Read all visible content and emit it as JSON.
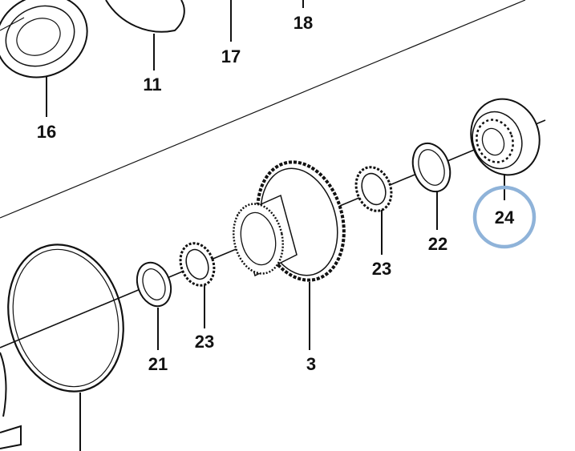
{
  "diagram": {
    "highlight_color": "#8fb3d9",
    "line_color": "#111111",
    "highlighted_part": "24",
    "labels": {
      "p16": "16",
      "p11": "11",
      "p17": "17",
      "p18": "18",
      "p24": "24",
      "p22": "22",
      "p23a": "23",
      "p23b": "23",
      "p3": "3",
      "p21": "21"
    }
  }
}
